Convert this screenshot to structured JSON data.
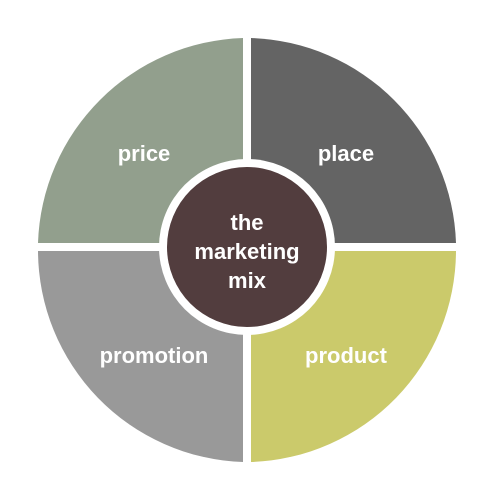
{
  "diagram": {
    "center": {
      "lines": [
        "the",
        "marketing",
        "mix"
      ],
      "color": "#523d3e"
    },
    "quadrants": [
      {
        "id": "price",
        "label": "price",
        "color": "#929f8d"
      },
      {
        "id": "place",
        "label": "place",
        "color": "#646464"
      },
      {
        "id": "promotion",
        "label": "promotion",
        "color": "#999999"
      },
      {
        "id": "product",
        "label": "product",
        "color": "#cbca6b"
      }
    ],
    "gap_color": "#ffffff"
  }
}
